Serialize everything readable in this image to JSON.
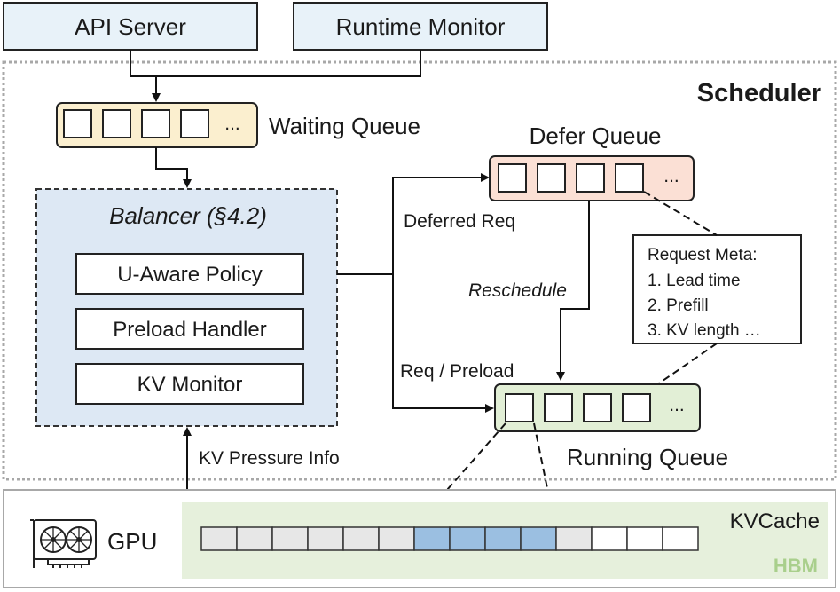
{
  "sources": {
    "api_server": "API Server",
    "runtime_monitor": "Runtime Monitor"
  },
  "scheduler": {
    "title": "Scheduler",
    "waiting_queue": {
      "label": "Waiting Queue",
      "ellipsis": "..."
    },
    "defer_queue": {
      "label": "Defer Queue",
      "ellipsis": "..."
    },
    "running_queue": {
      "label": "Running Queue",
      "ellipsis": "..."
    },
    "balancer": {
      "title": "Balancer (§4.2)",
      "policy": "U-Aware Policy",
      "preload_handler": "Preload Handler",
      "kv_monitor": "KV Monitor"
    },
    "request_meta": {
      "title": "Request Meta:",
      "items": [
        "1. Lead time",
        "2. Prefill",
        "3. KV length …"
      ]
    },
    "edges": {
      "deferred_req": "Deferred Req",
      "reschedule": "Reschedule",
      "req_preload": "Req / Preload",
      "kv_pressure": "KV Pressure Info"
    }
  },
  "gpu": {
    "label": "GPU",
    "kvcache_label": "KVCache",
    "hbm_label": "HBM",
    "kv_slots": [
      "filled",
      "filled",
      "filled",
      "filled",
      "filled",
      "filled",
      "used",
      "used",
      "used",
      "used",
      "filled",
      "empty",
      "empty",
      "empty"
    ]
  },
  "colors": {
    "source_fill": "#e8f2f9",
    "waiting_fill": "#fbefcf",
    "defer_fill": "#fbe0d5",
    "running_fill": "#e2efd6",
    "balancer_fill": "#dde8f4",
    "hbm_fill": "#e6f0dc",
    "hbm_text": "#a9cf8c",
    "kv_filled": "#e7e7e7",
    "kv_used": "#9bbfe1",
    "kv_empty": "#ffffff"
  }
}
